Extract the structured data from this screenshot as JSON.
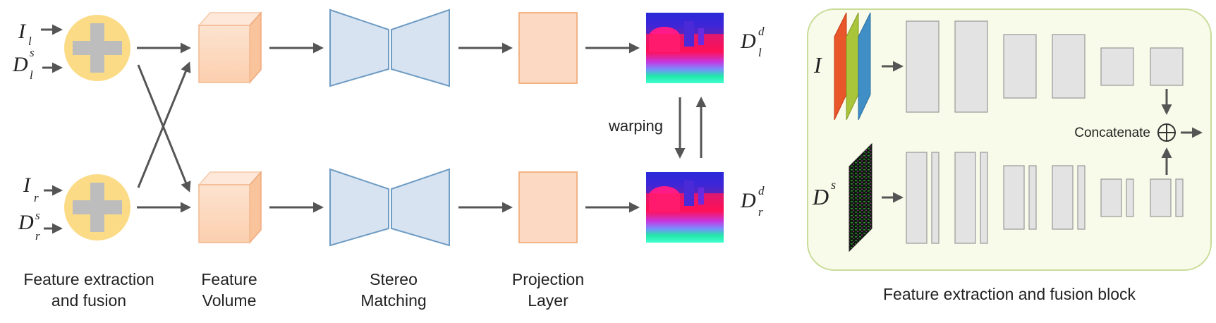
{
  "math": {
    "I": "I",
    "D": "D",
    "sub_l": "l",
    "sub_r": "r",
    "sup_s": "s",
    "sup_d": "d"
  },
  "pipeline": {
    "warping": "warping",
    "stages": [
      {
        "line1": "Feature extraction",
        "line2": "and fusion"
      },
      {
        "line1": "Feature",
        "line2": "Volume"
      },
      {
        "line1": "Stereo",
        "line2": "Matching"
      },
      {
        "line1": "Projection",
        "line2": "Layer"
      }
    ]
  },
  "block": {
    "title": "Feature extraction and fusion block",
    "concatenate": "Concatenate",
    "oplus": "⊕"
  },
  "colors": {
    "fusion_circle": "#fcdb86",
    "plus": "#bdbdbd",
    "volume": "#fbd5bb",
    "hourglass": "#d7e3f1",
    "projection": "#fbd9c2",
    "arrow": "#555555",
    "block_bg": "#f8fbe9",
    "block_border": "#c9dc9a",
    "layer": "#e3e3e3"
  }
}
